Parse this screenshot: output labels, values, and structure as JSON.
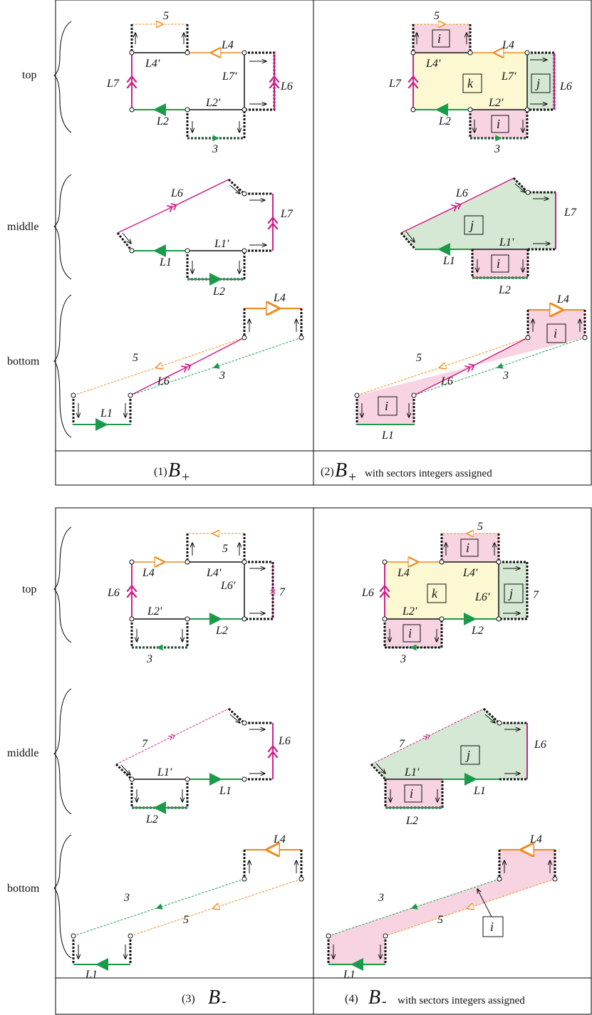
{
  "rows": [
    "top",
    "middle",
    "bottom"
  ],
  "panels": [
    {
      "num": "(1)",
      "name": "B",
      "sign": "+",
      "suffix": ""
    },
    {
      "num": "(2)",
      "name": "B",
      "sign": "+",
      "suffix": "with sectors integers assigned"
    },
    {
      "num": "(3)",
      "name": "B",
      "sign": "-",
      "suffix": ""
    },
    {
      "num": "(4)",
      "name": "B",
      "sign": "-",
      "suffix": "with sectors integers assigned"
    }
  ],
  "sectors": {
    "i": "i",
    "j": "j",
    "k": "k"
  },
  "edges": {
    "L1": "L1",
    "L1p": "L1'",
    "L2": "L2",
    "L2p": "L2'",
    "L4": "L4",
    "L4p": "L4'",
    "L6": "L6",
    "L6p": "L6'",
    "L7": "L7",
    "L7p": "L7'",
    "e3": "3",
    "e5": "5",
    "e7": "7"
  },
  "colors": {
    "green": "#1a9a4a",
    "magenta": "#d0208a",
    "orange": "#f08a1a",
    "pink_fill": "#f8d4e2",
    "yellow_fill": "#fbf8d2",
    "green_fill": "#d4e8d4"
  }
}
